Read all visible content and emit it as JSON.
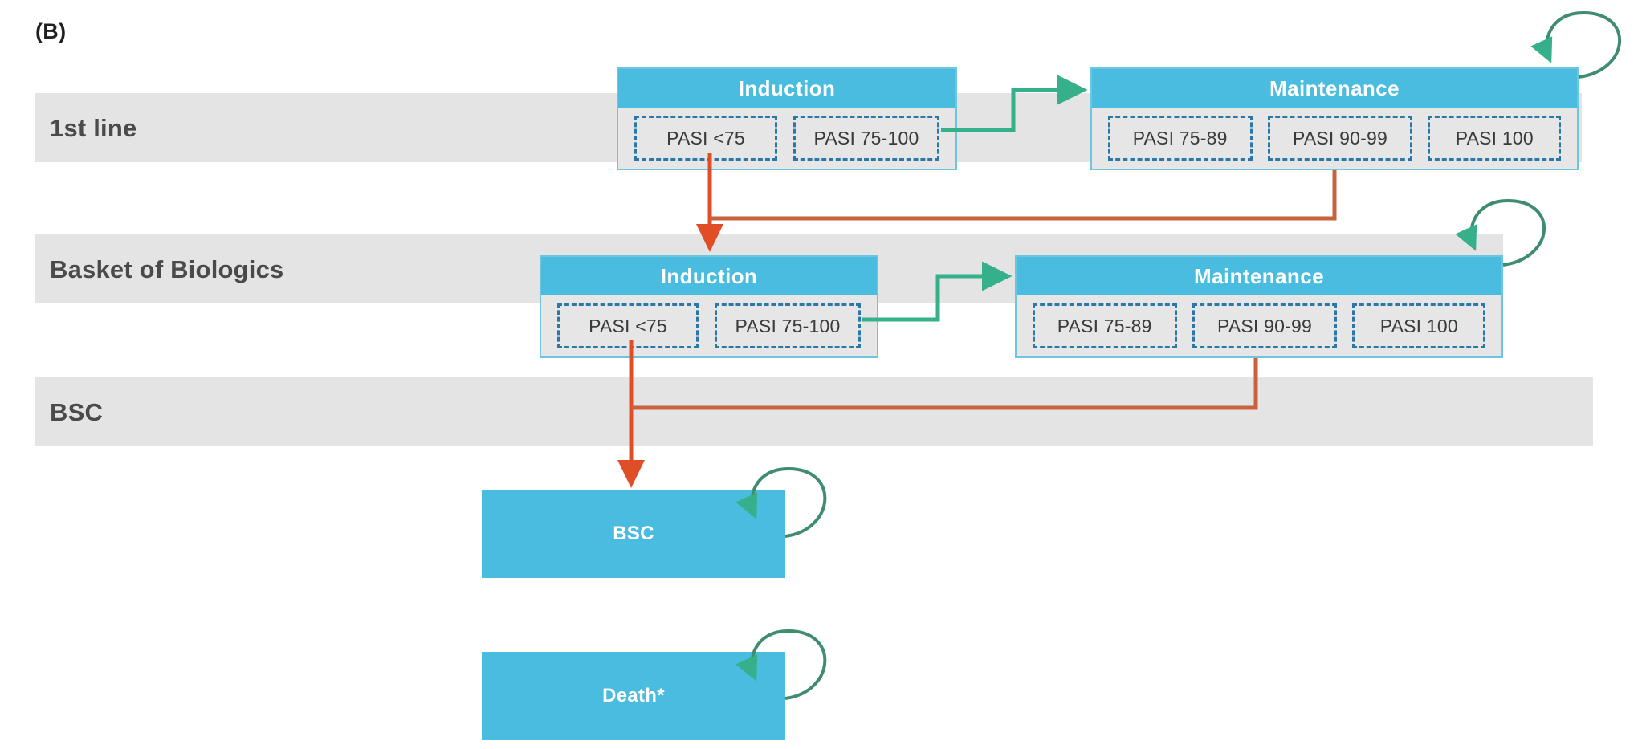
{
  "panel": {
    "label": "(B)"
  },
  "colors": {
    "lane_band": "#e4e4e4",
    "box_fill": "#49bcdf",
    "box_border": "#6cc6e0",
    "group_body": "#e6e6e6",
    "pasi_border": "#2b78a8",
    "green_arrow": "#35b08a",
    "orange_arrow": "#e04e27",
    "label_text": "#4a4a4a",
    "header_text": "#ffffff"
  },
  "lanes": [
    {
      "id": "lane-1st-line",
      "label": "1st line"
    },
    {
      "id": "lane-basket",
      "label": "Basket of Biologics"
    },
    {
      "id": "lane-bsc",
      "label": "BSC"
    }
  ],
  "groups": [
    {
      "id": "line1-induction",
      "title": "Induction",
      "states": [
        "PASI <75",
        "PASI 75-100"
      ]
    },
    {
      "id": "line1-maintenance",
      "title": "Maintenance",
      "states": [
        "PASI 75-89",
        "PASI 90-99",
        "PASI 100"
      ]
    },
    {
      "id": "basket-induction",
      "title": "Induction",
      "states": [
        "PASI <75",
        "PASI 75-100"
      ]
    },
    {
      "id": "basket-maintenance",
      "title": "Maintenance",
      "states": [
        "PASI 75-89",
        "PASI 90-99",
        "PASI 100"
      ]
    }
  ],
  "terminal_states": [
    {
      "id": "bsc-box",
      "label": "BSC"
    },
    {
      "id": "death-box",
      "label": "Death*"
    }
  ],
  "edges": [
    {
      "id": "edge-line1-induction-to-maintenance",
      "type": "green-step",
      "from": "line1-induction.PASI 75-100",
      "to": "line1-maintenance"
    },
    {
      "id": "edge-line1-maintenance-self",
      "type": "green-loop",
      "from": "line1-maintenance",
      "to": "line1-maintenance"
    },
    {
      "id": "edge-line1-induction-to-basket",
      "type": "orange-down",
      "from": "line1-induction.PASI <75",
      "to": "basket-induction"
    },
    {
      "id": "edge-line1-maintenance-to-basket",
      "type": "orange-join",
      "from": "line1-maintenance",
      "to": "basket-induction"
    },
    {
      "id": "edge-basket-induction-to-maintenance",
      "type": "green-step",
      "from": "basket-induction.PASI 75-100",
      "to": "basket-maintenance"
    },
    {
      "id": "edge-basket-maintenance-self",
      "type": "green-loop",
      "from": "basket-maintenance",
      "to": "basket-maintenance"
    },
    {
      "id": "edge-basket-induction-to-bsc",
      "type": "orange-down",
      "from": "basket-induction.PASI <75",
      "to": "bsc-box"
    },
    {
      "id": "edge-basket-maintenance-to-bsc",
      "type": "orange-join",
      "from": "basket-maintenance",
      "to": "bsc-box"
    },
    {
      "id": "edge-bsc-self",
      "type": "green-loop",
      "from": "bsc-box",
      "to": "bsc-box"
    },
    {
      "id": "edge-death-self",
      "type": "green-loop",
      "from": "death-box",
      "to": "death-box"
    }
  ]
}
